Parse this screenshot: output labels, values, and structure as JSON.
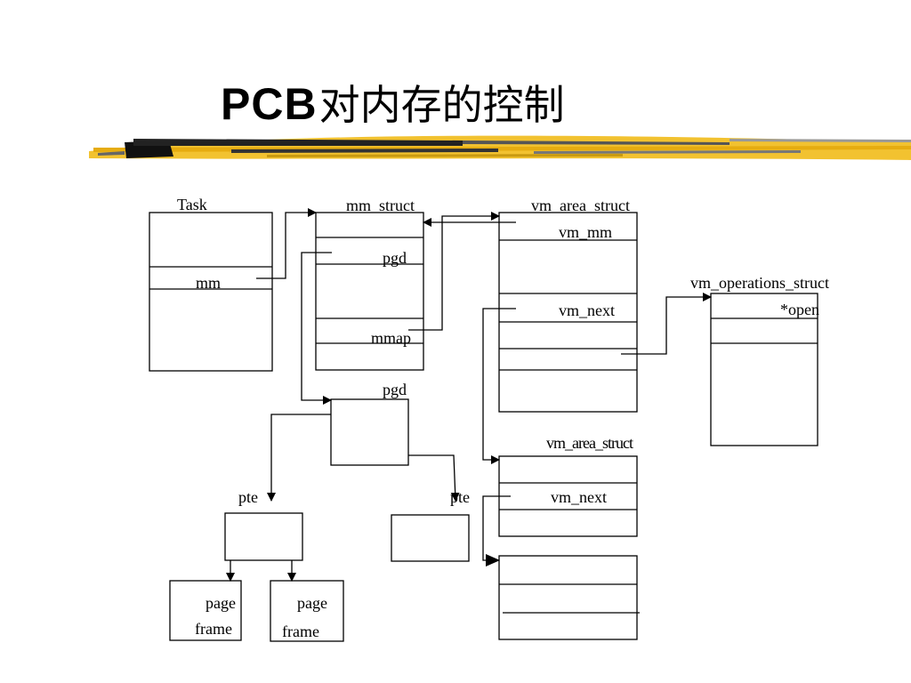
{
  "slide": {
    "title_latin": "PCB",
    "title_cjk": "对内存的控制"
  },
  "diagram": {
    "task_label": "Task",
    "task_mm": "mm",
    "mm_struct_label": "mm_struct",
    "mm_struct_pgd": "pgd",
    "mm_struct_mmap": "mmap",
    "vm_area_label_1": "vm_area_struct",
    "vm_area_vm_mm": "vm_mm",
    "vm_area_vm_next_1": "vm_next",
    "vm_ops_label": "vm_operations_struct",
    "vm_ops_open": "*open",
    "pgd_label": "pgd",
    "vm_area_label_2": "vm_area_struct",
    "vm_area_vm_next_2": "vm_next",
    "pte_left": "pte",
    "pte_right": "pte",
    "page_frame_1_line1": "page",
    "page_frame_1_line2": "frame",
    "page_frame_2_line1": "page",
    "page_frame_2_line2": "frame"
  }
}
